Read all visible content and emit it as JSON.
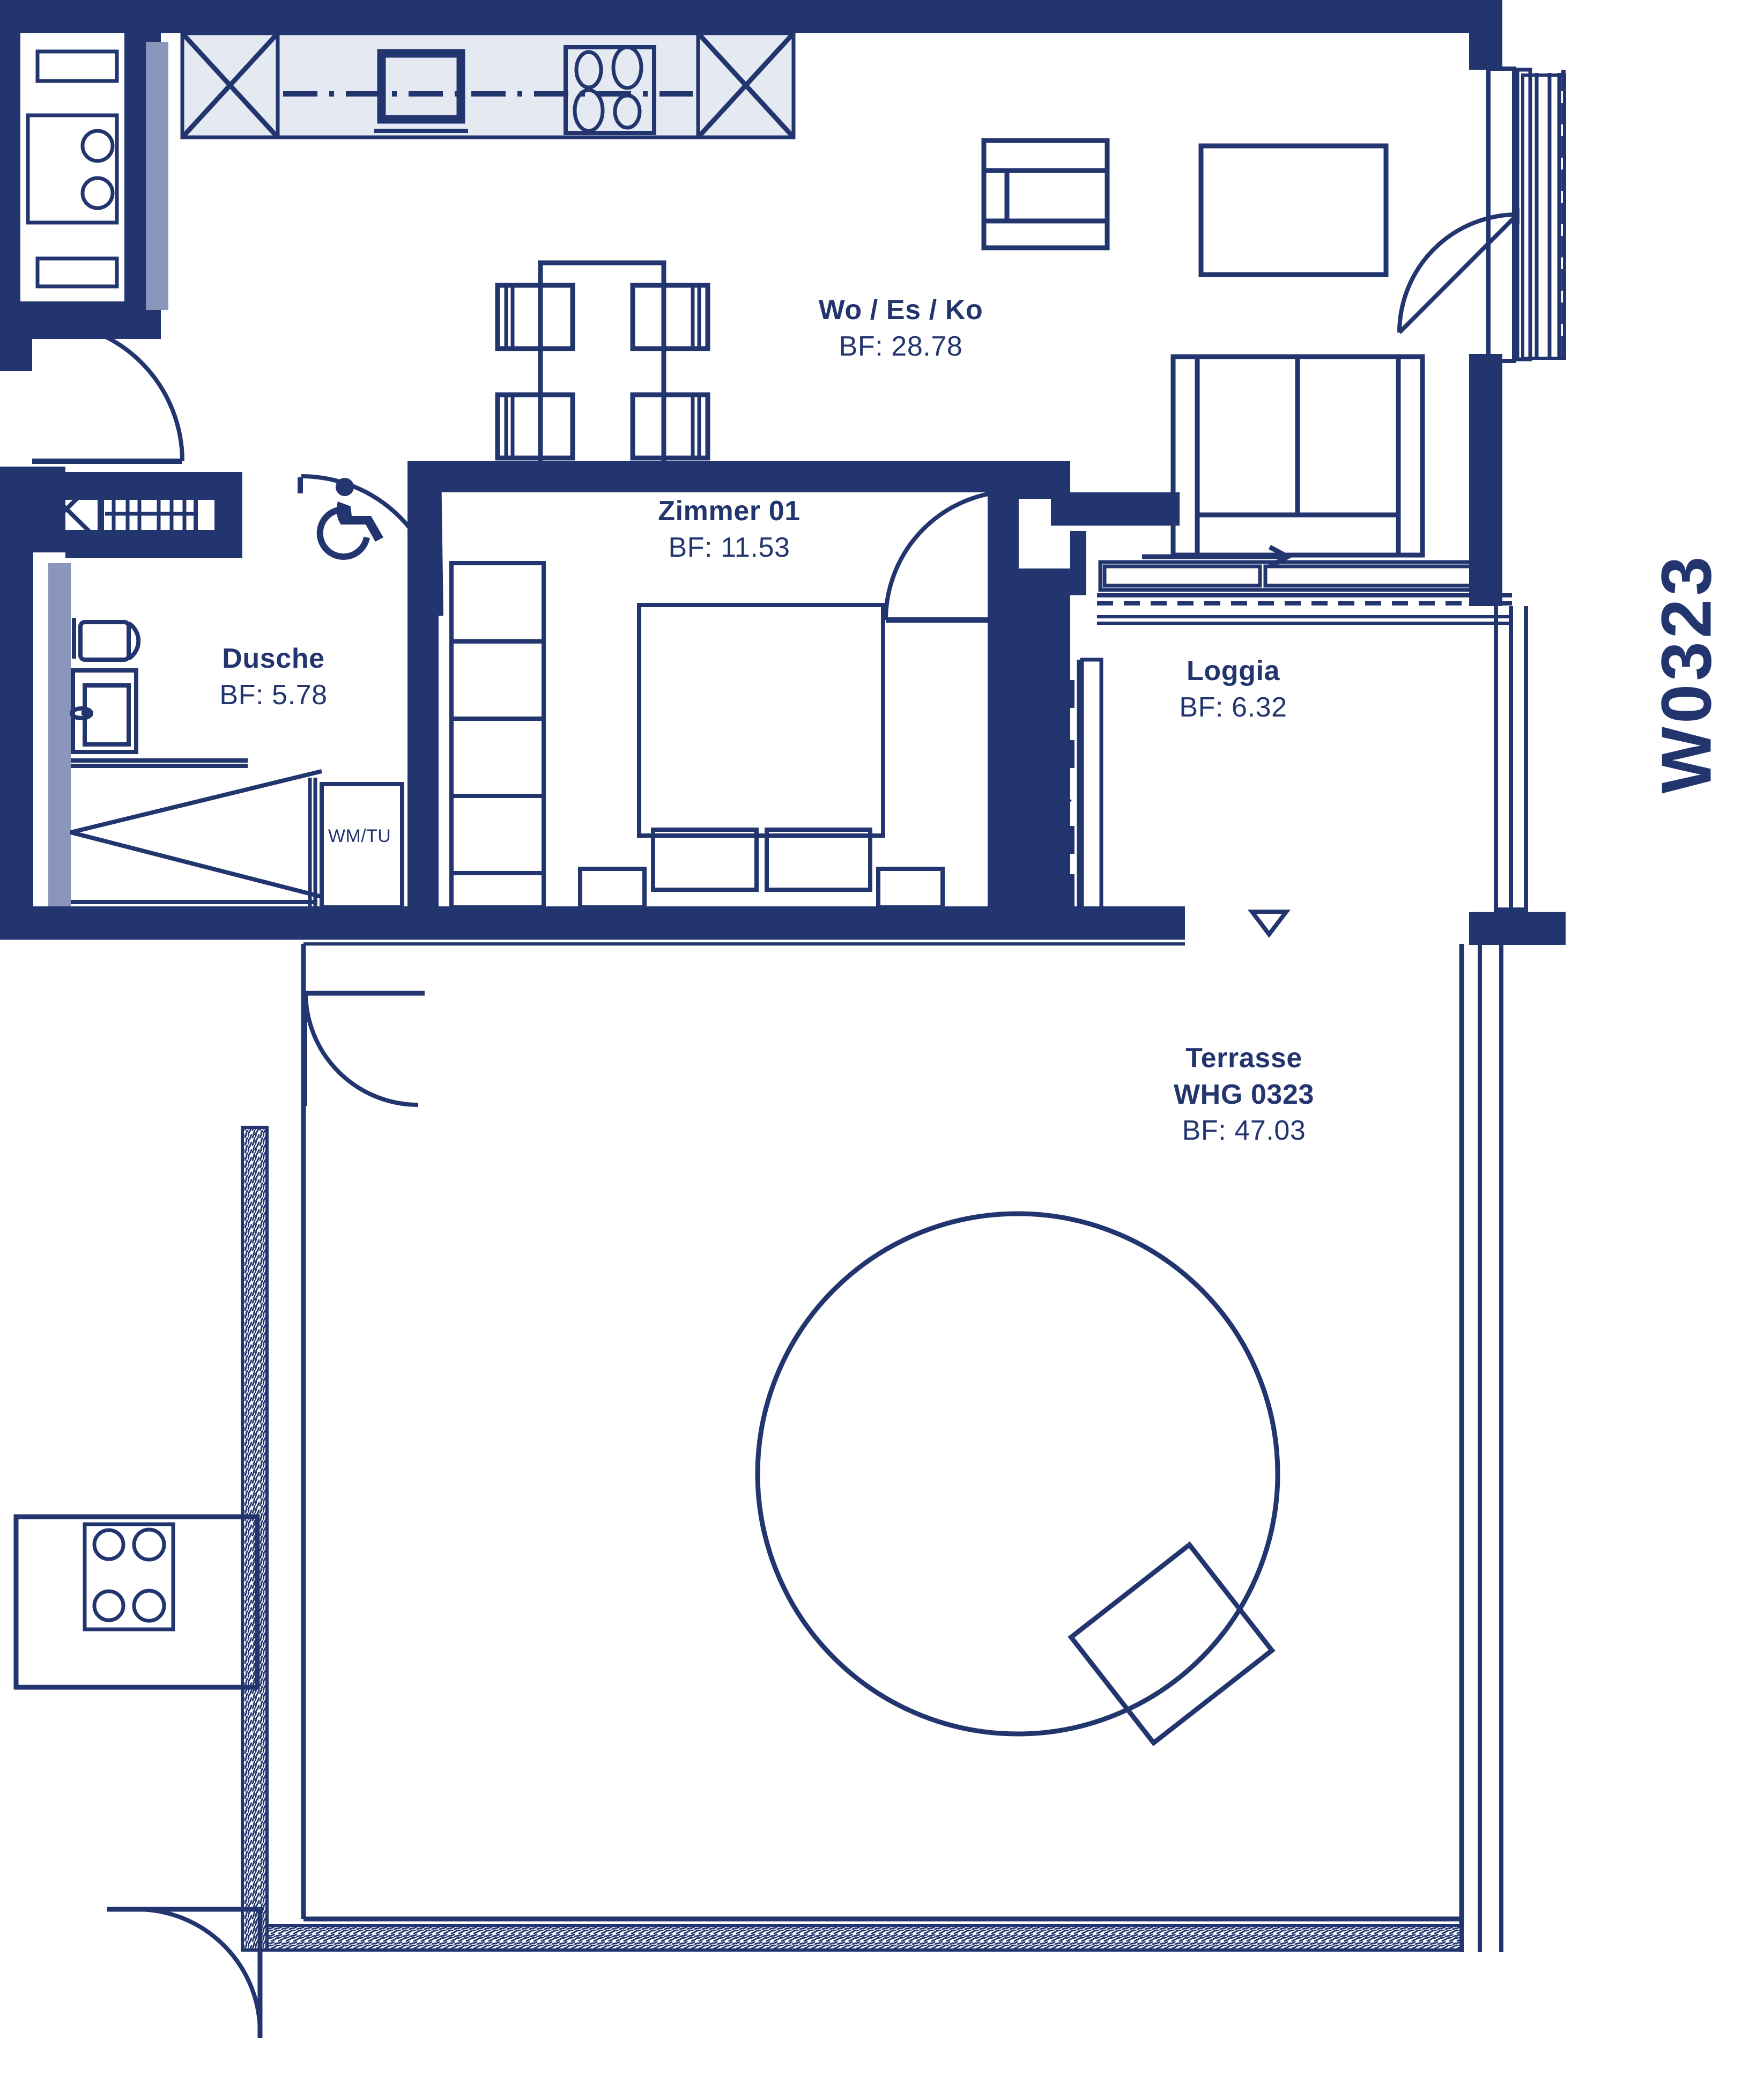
{
  "plan": {
    "unit_code": "W0323",
    "area_prefix": "BF:",
    "rooms": [
      {
        "key": "living",
        "name": "Wo / Es / Ko",
        "area": "BF: 28.78"
      },
      {
        "key": "bedroom",
        "name": "Zimmer 01",
        "area": "BF: 11.53"
      },
      {
        "key": "bath",
        "name": "Dusche",
        "area": "BF: 5.78"
      },
      {
        "key": "loggia",
        "name": "Loggia",
        "area": "BF: 6.32"
      },
      {
        "key": "terrace",
        "name": "Terrasse",
        "name2": "WHG 0323",
        "area": "BF: 47.03"
      }
    ],
    "appliance_tags": [
      {
        "key": "laundry",
        "label": "WM/TU"
      }
    ],
    "icons": [
      {
        "key": "accessibility",
        "name": "wheelchair-accessible-icon"
      },
      {
        "key": "level-marker",
        "name": "level-triangle-marker-icon"
      },
      {
        "key": "slide-arrow",
        "name": "sliding-door-arrow-icon"
      }
    ],
    "colors": {
      "wall_fill": "#23356e",
      "line": "#23356e",
      "counter_fill": "#e5e9f1",
      "glazing_fill": "#8b96bc",
      "background": "#ffffff"
    }
  }
}
